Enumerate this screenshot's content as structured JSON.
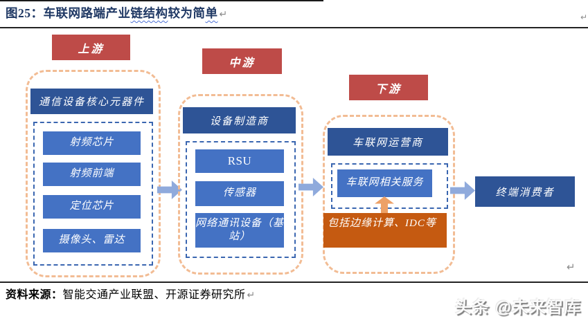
{
  "title": {
    "prefix": "图25：车联网路端产业",
    "wavy_1": "链结构",
    "middle": "较为简",
    "wavy_2": "单"
  },
  "marks": {
    "paragraph": "↵"
  },
  "stages": {
    "upstream": "上游",
    "midstream": "中游",
    "downstream": "下游"
  },
  "groups": {
    "upstream": {
      "header": "通信设备核心元器件",
      "items": [
        "射频芯片",
        "射频前端",
        "定位芯片",
        "摄像头、雷达"
      ]
    },
    "midstream": {
      "header": "设备制造商",
      "items": [
        "RSU",
        "传感器",
        "网络通讯设备（基站）"
      ]
    },
    "downstream": {
      "header": "车联网运营商",
      "service": "车联网相关服务",
      "note": "包括边缘计算、IDC等"
    }
  },
  "consumer": "终端消费者",
  "source": {
    "label": "资料来源：",
    "text": "智能交通产业联盟、开源证券研究所"
  },
  "watermark": "头条 @未来智库",
  "colors": {
    "stage_red": "#BE4B48",
    "header_blue": "#2E5496",
    "item_blue": "#4472C4",
    "arrow_blue": "#8FAADC",
    "note_orange": "#C55A11",
    "note_arrow_orange": "#EDA167",
    "group_dash_orange": "#F2BC94",
    "inner_dash_blue": "#3A66B0",
    "title_navy": "#1F3864"
  }
}
